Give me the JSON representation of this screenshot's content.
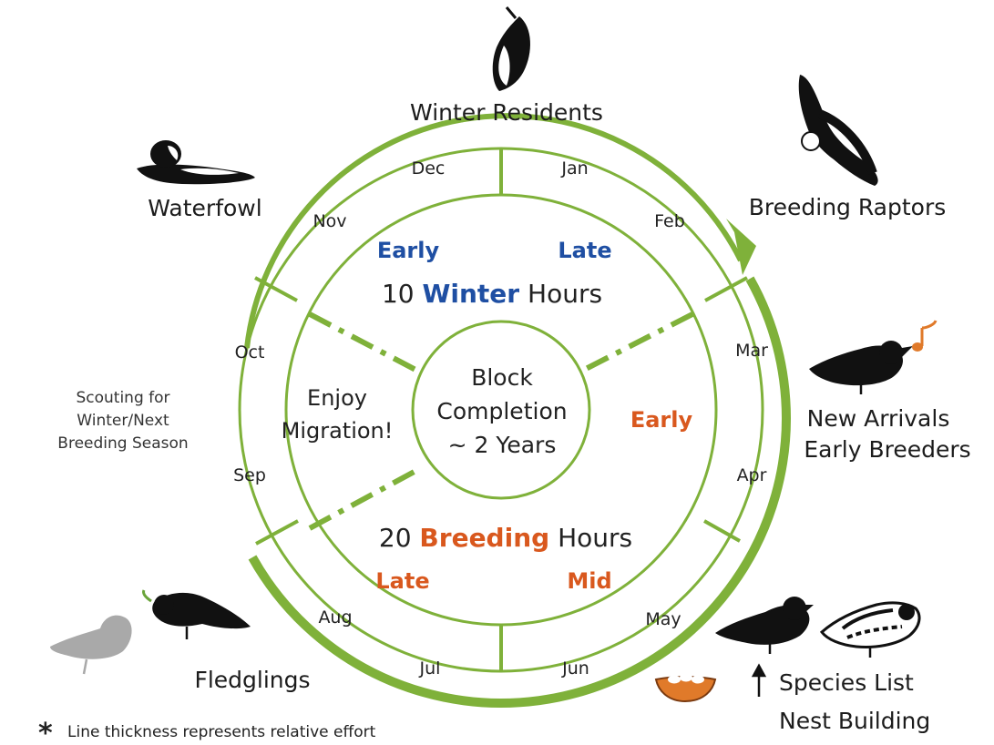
{
  "months": [
    "Dec",
    "Jan",
    "Feb",
    "Mar",
    "Apr",
    "May",
    "Jun",
    "Jul",
    "Aug",
    "Sep",
    "Oct",
    "Nov"
  ],
  "center": {
    "line1": "Block",
    "line2": "Completion",
    "line3": "~ 2 Years"
  },
  "winter": {
    "count": "10",
    "word": "Winter",
    "suffix": "Hours",
    "early": "Early",
    "late": "Late"
  },
  "breeding": {
    "count": "20",
    "word": "Breeding",
    "suffix": "Hours",
    "early": "Early",
    "mid": "Mid",
    "late": "Late"
  },
  "migration": {
    "line1": "Enjoy",
    "line2": "Migration!"
  },
  "outer_labels": {
    "winter_residents": "Winter Residents",
    "waterfowl": "Waterfowl",
    "breeding_raptors": "Breeding Raptors",
    "new_arrivals_1": "New Arrivals",
    "new_arrivals_2": "Early Breeders",
    "scouting_1": "Scouting for",
    "scouting_2": "Winter/Next",
    "scouting_3": "Breeding Season",
    "fledglings": "Fledglings",
    "species_list": "Species List",
    "nest_building": "Nest Building"
  },
  "footnote": {
    "star": "*",
    "text": "Line thickness represents relative effort"
  },
  "colors": {
    "ring": "#7fb13a",
    "winter": "#1f4fa3",
    "breeding": "#d9581e",
    "text": "#222222"
  },
  "icons": [
    "nuthatch-icon",
    "bufflehead-icon",
    "eagle-icon",
    "singing-bird-icon",
    "music-note-icon",
    "fledgling-icon",
    "adult-bird-icon",
    "blackbird-icon",
    "warbler-icon",
    "nest-icon",
    "up-arrow-icon"
  ]
}
